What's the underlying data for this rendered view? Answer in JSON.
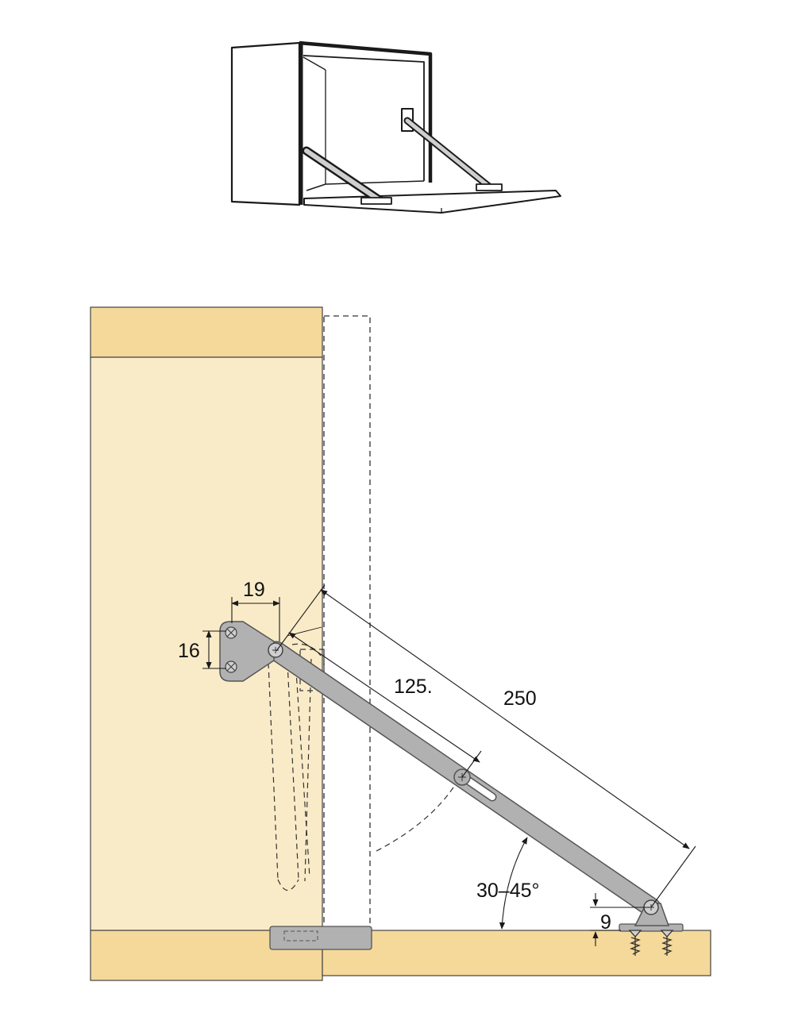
{
  "colors": {
    "wood_face": "#faebc8",
    "wood_edge": "#f5d99a",
    "stay_metal": "#b1b1b1",
    "stay_shadow": "#8f8f8f",
    "line": "#1a1a1a",
    "outline": "#444444"
  },
  "icons": {
    "cabinet": "cabinet-perspective-icon",
    "stay": "lid-stay-icon",
    "screw": "wood-screw-icon",
    "catch": "flap-catch-icon"
  },
  "dimensions": {
    "bracket_width": "19",
    "bracket_height": "16",
    "pivot_to_slot": "125.",
    "total_length": "250",
    "angle_range": "30–45°",
    "base_height": "9"
  }
}
